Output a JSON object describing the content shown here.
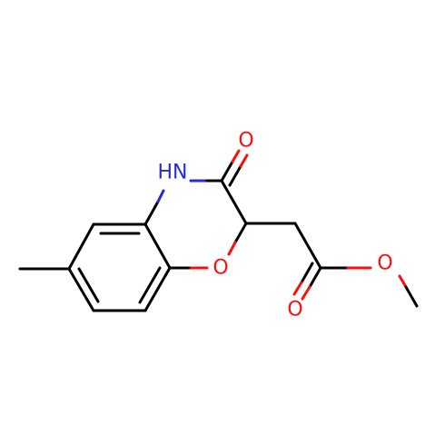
{
  "colors": {
    "carbon_bond": "#000000",
    "oxygen": "#ff0d0d",
    "nitrogen": "#2b2bd6"
  },
  "labels": {
    "carbonyl_o": "O",
    "ring_nh": "HN",
    "ring_o": "O",
    "ester_carbonyl_o": "O",
    "ester_o": "O"
  }
}
